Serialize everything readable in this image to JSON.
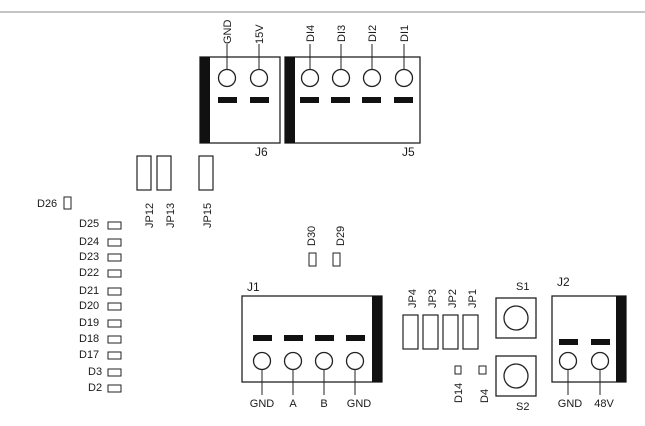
{
  "connectors": {
    "J6": {
      "label": "J6",
      "pins": [
        "GND",
        "15V"
      ]
    },
    "J5": {
      "label": "J5",
      "pins": [
        "DI4",
        "DI3",
        "DI2",
        "DI1"
      ]
    },
    "J1": {
      "label": "J1",
      "pins": [
        "GND",
        "A",
        "B",
        "GND"
      ]
    },
    "J2": {
      "label": "J2",
      "pins": [
        "GND",
        "48V"
      ]
    }
  },
  "jumpers_top": [
    "JP12",
    "JP13",
    "JP15"
  ],
  "jumpers_right": [
    "JP4",
    "JP3",
    "JP2",
    "JP1"
  ],
  "leds_left": [
    "D26",
    "D25",
    "D24",
    "D23",
    "D22",
    "D21",
    "D20",
    "D19",
    "D18",
    "D17",
    "D3",
    "D2"
  ],
  "leds_mid": [
    "D30",
    "D29"
  ],
  "leds_small": [
    "D14",
    "D4"
  ],
  "switches": [
    "S1",
    "S2"
  ]
}
